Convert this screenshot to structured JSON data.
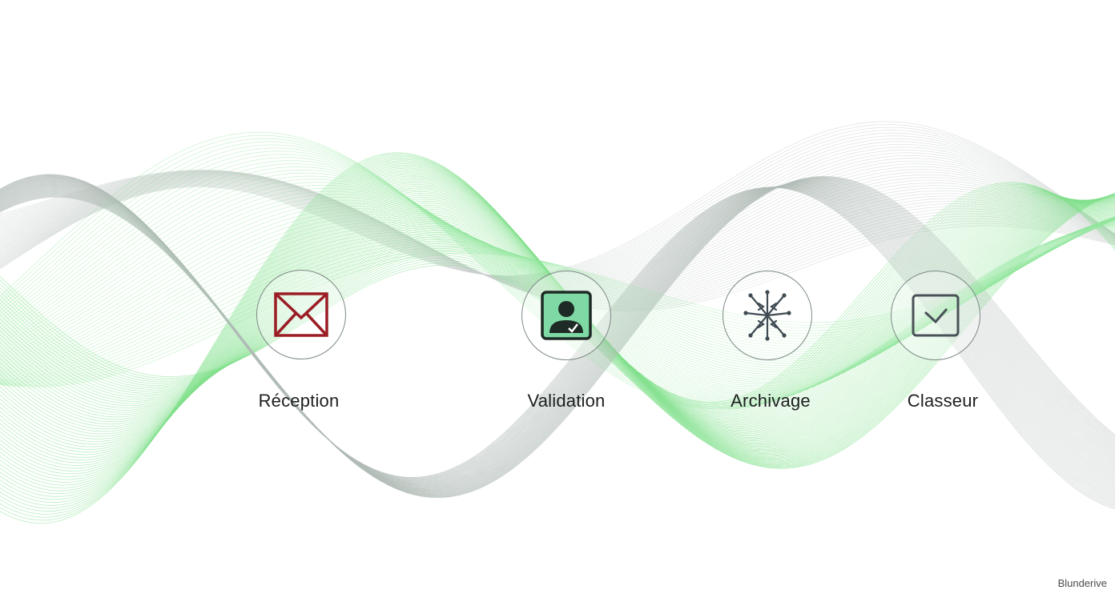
{
  "steps": [
    {
      "label": "Réception",
      "icon": "envelope-icon",
      "icon_color": "#9b1c24"
    },
    {
      "label": "Validation",
      "icon": "user-check-icon",
      "icon_color": "#1d2a25"
    },
    {
      "label": "Archivage",
      "icon": "network-arrows-icon",
      "icon_color": "#3f4a52"
    },
    {
      "label": "Classeur",
      "icon": "checkbox-icon",
      "icon_color": "#4a5158"
    }
  ],
  "brand": "Blunderive",
  "colors": {
    "green": "#7fe08a",
    "gray": "#b9c4bf",
    "accent_fill": "#7fd9a4"
  }
}
